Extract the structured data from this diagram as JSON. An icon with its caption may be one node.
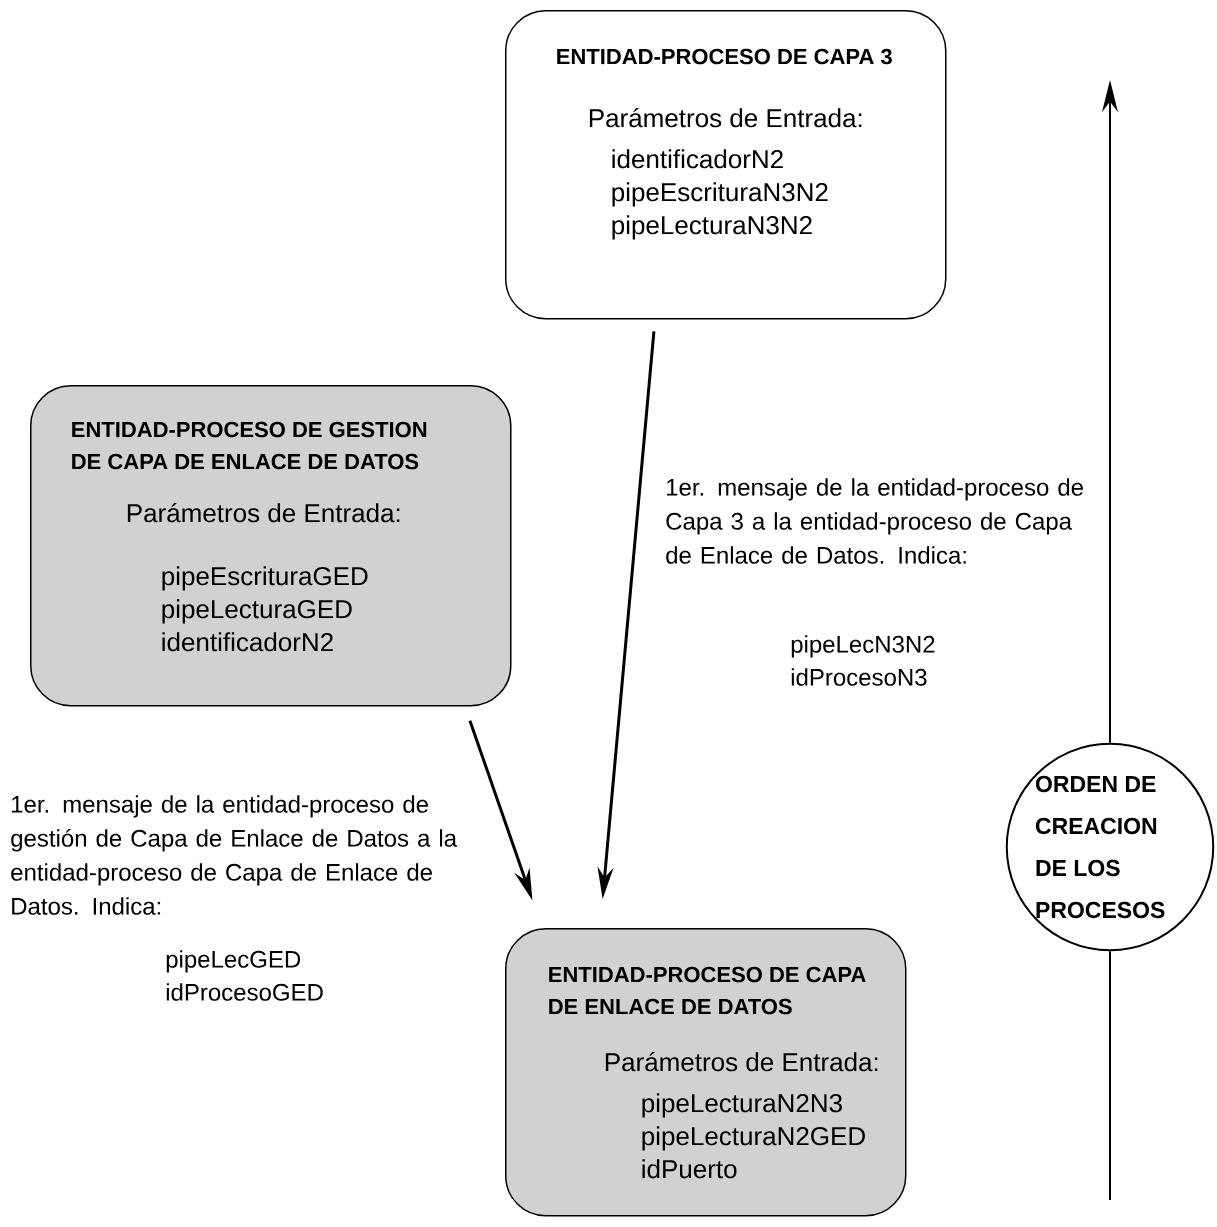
{
  "diagram": {
    "nodes": [
      {
        "text": [
          "ENTIDAD-PROCESO DE CAPA 3",
          "Parámetros de Entrada:",
          "identificadorN2",
          "pipeEscrituraN3N2",
          "pipeLecturaN3N2"
        ]
      },
      {
        "text": [
          "ENTIDAD-PROCESO DE GESTION DE CAPA DE ENLACE DE DATOS",
          "Parámetros de Entrada:",
          "pipeEscrituraGED",
          "pipeLecturaGED",
          "identificadorN2"
        ]
      },
      {
        "text": [
          "ENTIDAD-PROCESO DE CAPA DE ENLACE DE DATOS",
          "Parámetros de Entrada:",
          "pipeLecturaN2N3",
          "pipeLecturaN2GED",
          "idPuerto"
        ]
      },
      {
        "text": [
          "ORDEN DE CREACION DE LOS PROCESOS"
        ]
      }
    ],
    "edges": [
      {
        "from": 0,
        "to": 2,
        "arrow": "to",
        "label": "1er. mensaje de la entidad-proceso de Capa 3 a la entidad-proceso de Capa de Enlace de Datos. Indica:"
      },
      {
        "from": 1,
        "to": 2,
        "arrow": "to",
        "label": "1er. mensaje de la entidad-proceso de gestión de Capa de Enlace de Datos a la entidad-proceso de Capa de Enlace de Datos. Indica:"
      },
      {
        "from": 3,
        "to": null,
        "arrow": "to"
      },
      {
        "from": null,
        "to": 3,
        "arrow": "none"
      }
    ],
    "labels": [
      "pipeLecN3N2",
      "idProcesoN3",
      "pipeLecGED",
      "idProcesoGED"
    ]
  }
}
